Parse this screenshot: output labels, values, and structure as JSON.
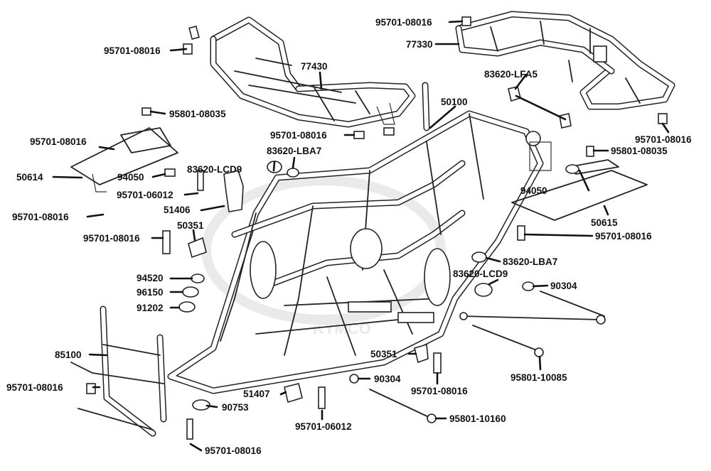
{
  "diagram": {
    "watermark": "KYMCO",
    "parts": [
      {
        "id": "p01",
        "number": "95701-08016"
      },
      {
        "id": "p02",
        "number": "77430"
      },
      {
        "id": "p03",
        "number": "95801-08035"
      },
      {
        "id": "p04",
        "number": "95701-08016"
      },
      {
        "id": "p05",
        "number": "50614"
      },
      {
        "id": "p06",
        "number": "94050"
      },
      {
        "id": "p07",
        "number": "95701-06012"
      },
      {
        "id": "p08",
        "number": "95701-08016"
      },
      {
        "id": "p09",
        "number": "51406"
      },
      {
        "id": "p10",
        "number": "50351"
      },
      {
        "id": "p11",
        "number": "95701-08016"
      },
      {
        "id": "p12",
        "number": "94520"
      },
      {
        "id": "p13",
        "number": "96150"
      },
      {
        "id": "p14",
        "number": "91202"
      },
      {
        "id": "p15",
        "number": "85100"
      },
      {
        "id": "p16",
        "number": "95701-08016"
      },
      {
        "id": "p17",
        "number": "90753"
      },
      {
        "id": "p18",
        "number": "95701-08016"
      },
      {
        "id": "p19",
        "number": "51407"
      },
      {
        "id": "p20",
        "number": "95701-06012"
      },
      {
        "id": "p21",
        "number": "90304"
      },
      {
        "id": "p22",
        "number": "95701-08016"
      },
      {
        "id": "p23",
        "number": "50351"
      },
      {
        "id": "p24",
        "number": "95801-10160"
      },
      {
        "id": "p25",
        "number": "95801-10085"
      },
      {
        "id": "p26",
        "number": "90304"
      },
      {
        "id": "p27",
        "number": "83620-LCD9"
      },
      {
        "id": "p28",
        "number": "83620-LBA7"
      },
      {
        "id": "p29",
        "number": "95701-08016"
      },
      {
        "id": "p30",
        "number": "50615"
      },
      {
        "id": "p31",
        "number": "94050"
      },
      {
        "id": "p32",
        "number": "95801-08035"
      },
      {
        "id": "p33",
        "number": "95701-08016"
      },
      {
        "id": "p34",
        "number": "83620-LFA5"
      },
      {
        "id": "p35",
        "number": "77330"
      },
      {
        "id": "p36",
        "number": "95701-08016"
      },
      {
        "id": "p37",
        "number": "50100"
      },
      {
        "id": "p38",
        "number": "95701-08016"
      },
      {
        "id": "p39",
        "number": "83620-LBA7"
      },
      {
        "id": "p40",
        "number": "83620-LCD9"
      }
    ]
  }
}
